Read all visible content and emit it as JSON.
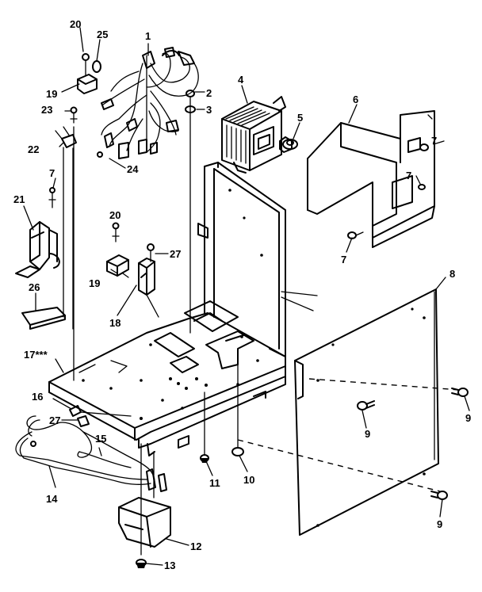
{
  "callouts": [
    {
      "id": "c1",
      "text": "1"
    },
    {
      "id": "c2",
      "text": "2"
    },
    {
      "id": "c3",
      "text": "3"
    },
    {
      "id": "c4",
      "text": "4"
    },
    {
      "id": "c5",
      "text": "5"
    },
    {
      "id": "c6",
      "text": "6"
    },
    {
      "id": "c7a",
      "text": "7"
    },
    {
      "id": "c7b",
      "text": "7"
    },
    {
      "id": "c7c",
      "text": "7"
    },
    {
      "id": "c7d",
      "text": "7"
    },
    {
      "id": "c8",
      "text": "8"
    },
    {
      "id": "c9a",
      "text": "9"
    },
    {
      "id": "c9b",
      "text": "9"
    },
    {
      "id": "c9c",
      "text": "9"
    },
    {
      "id": "c10",
      "text": "10"
    },
    {
      "id": "c11",
      "text": "11"
    },
    {
      "id": "c12",
      "text": "12"
    },
    {
      "id": "c13",
      "text": "13"
    },
    {
      "id": "c14",
      "text": "14"
    },
    {
      "id": "c15",
      "text": "15"
    },
    {
      "id": "c16",
      "text": "16"
    },
    {
      "id": "c17",
      "text": "17***"
    },
    {
      "id": "c18",
      "text": "18"
    },
    {
      "id": "c19a",
      "text": "19"
    },
    {
      "id": "c19b",
      "text": "19"
    },
    {
      "id": "c20a",
      "text": "20"
    },
    {
      "id": "c20b",
      "text": "20"
    },
    {
      "id": "c21",
      "text": "21"
    },
    {
      "id": "c22",
      "text": "22"
    },
    {
      "id": "c23",
      "text": "23"
    },
    {
      "id": "c24",
      "text": "24"
    },
    {
      "id": "c25",
      "text": "25"
    },
    {
      "id": "c26",
      "text": "26"
    },
    {
      "id": "c27a",
      "text": "27"
    },
    {
      "id": "c27b",
      "text": "27"
    }
  ]
}
